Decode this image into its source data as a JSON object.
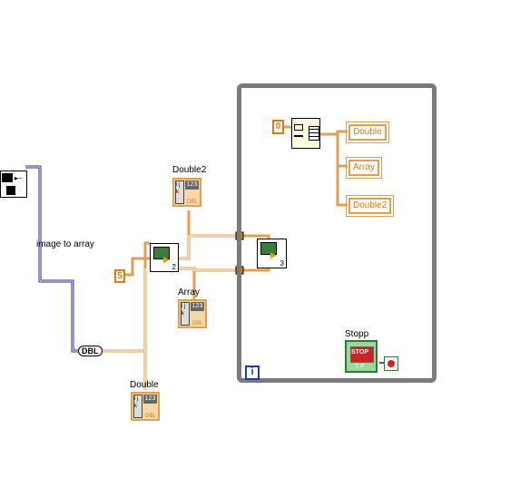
{
  "diagram": {
    "loop_label": "Stopp",
    "iteration_terminal": "i",
    "stop_button_text": "STOP",
    "stop_button_tf": "T F",
    "image_to_array_label": "image to array",
    "dbl_label": "DBL",
    "constants": {
      "five": "5",
      "zero": "0"
    },
    "node_numbers": {
      "left": "2",
      "right": "3"
    },
    "controls": {
      "double2": "Double2",
      "array": "Array",
      "double": "Double"
    },
    "indicators": {
      "double": "Double",
      "array": "Array",
      "double2": "Double2"
    },
    "control_digits": "123",
    "control_tag": "DBL",
    "control_idx": "i j k"
  }
}
